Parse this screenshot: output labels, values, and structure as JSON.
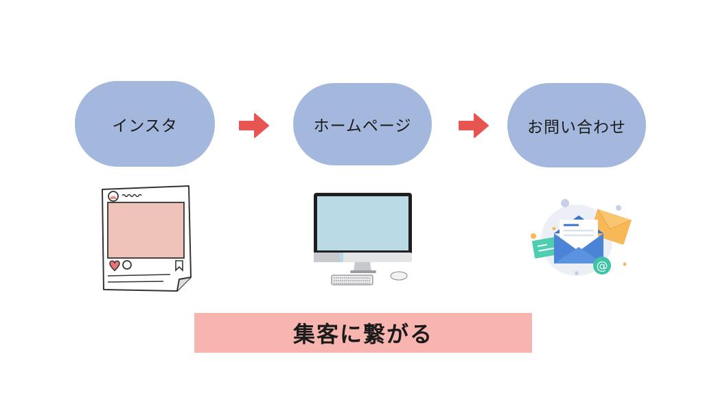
{
  "flow": {
    "steps": [
      {
        "label": "インスタ",
        "icon": "instagram-post-icon"
      },
      {
        "label": "ホームページ",
        "icon": "desktop-computer-icon"
      },
      {
        "label": "お問い合わせ",
        "icon": "email-envelope-icon"
      }
    ],
    "arrow_color": "#e85450",
    "pill_color": "#a3b8dc"
  },
  "banner": {
    "text": "集客に繋がる",
    "color": "#f8b4ae"
  }
}
